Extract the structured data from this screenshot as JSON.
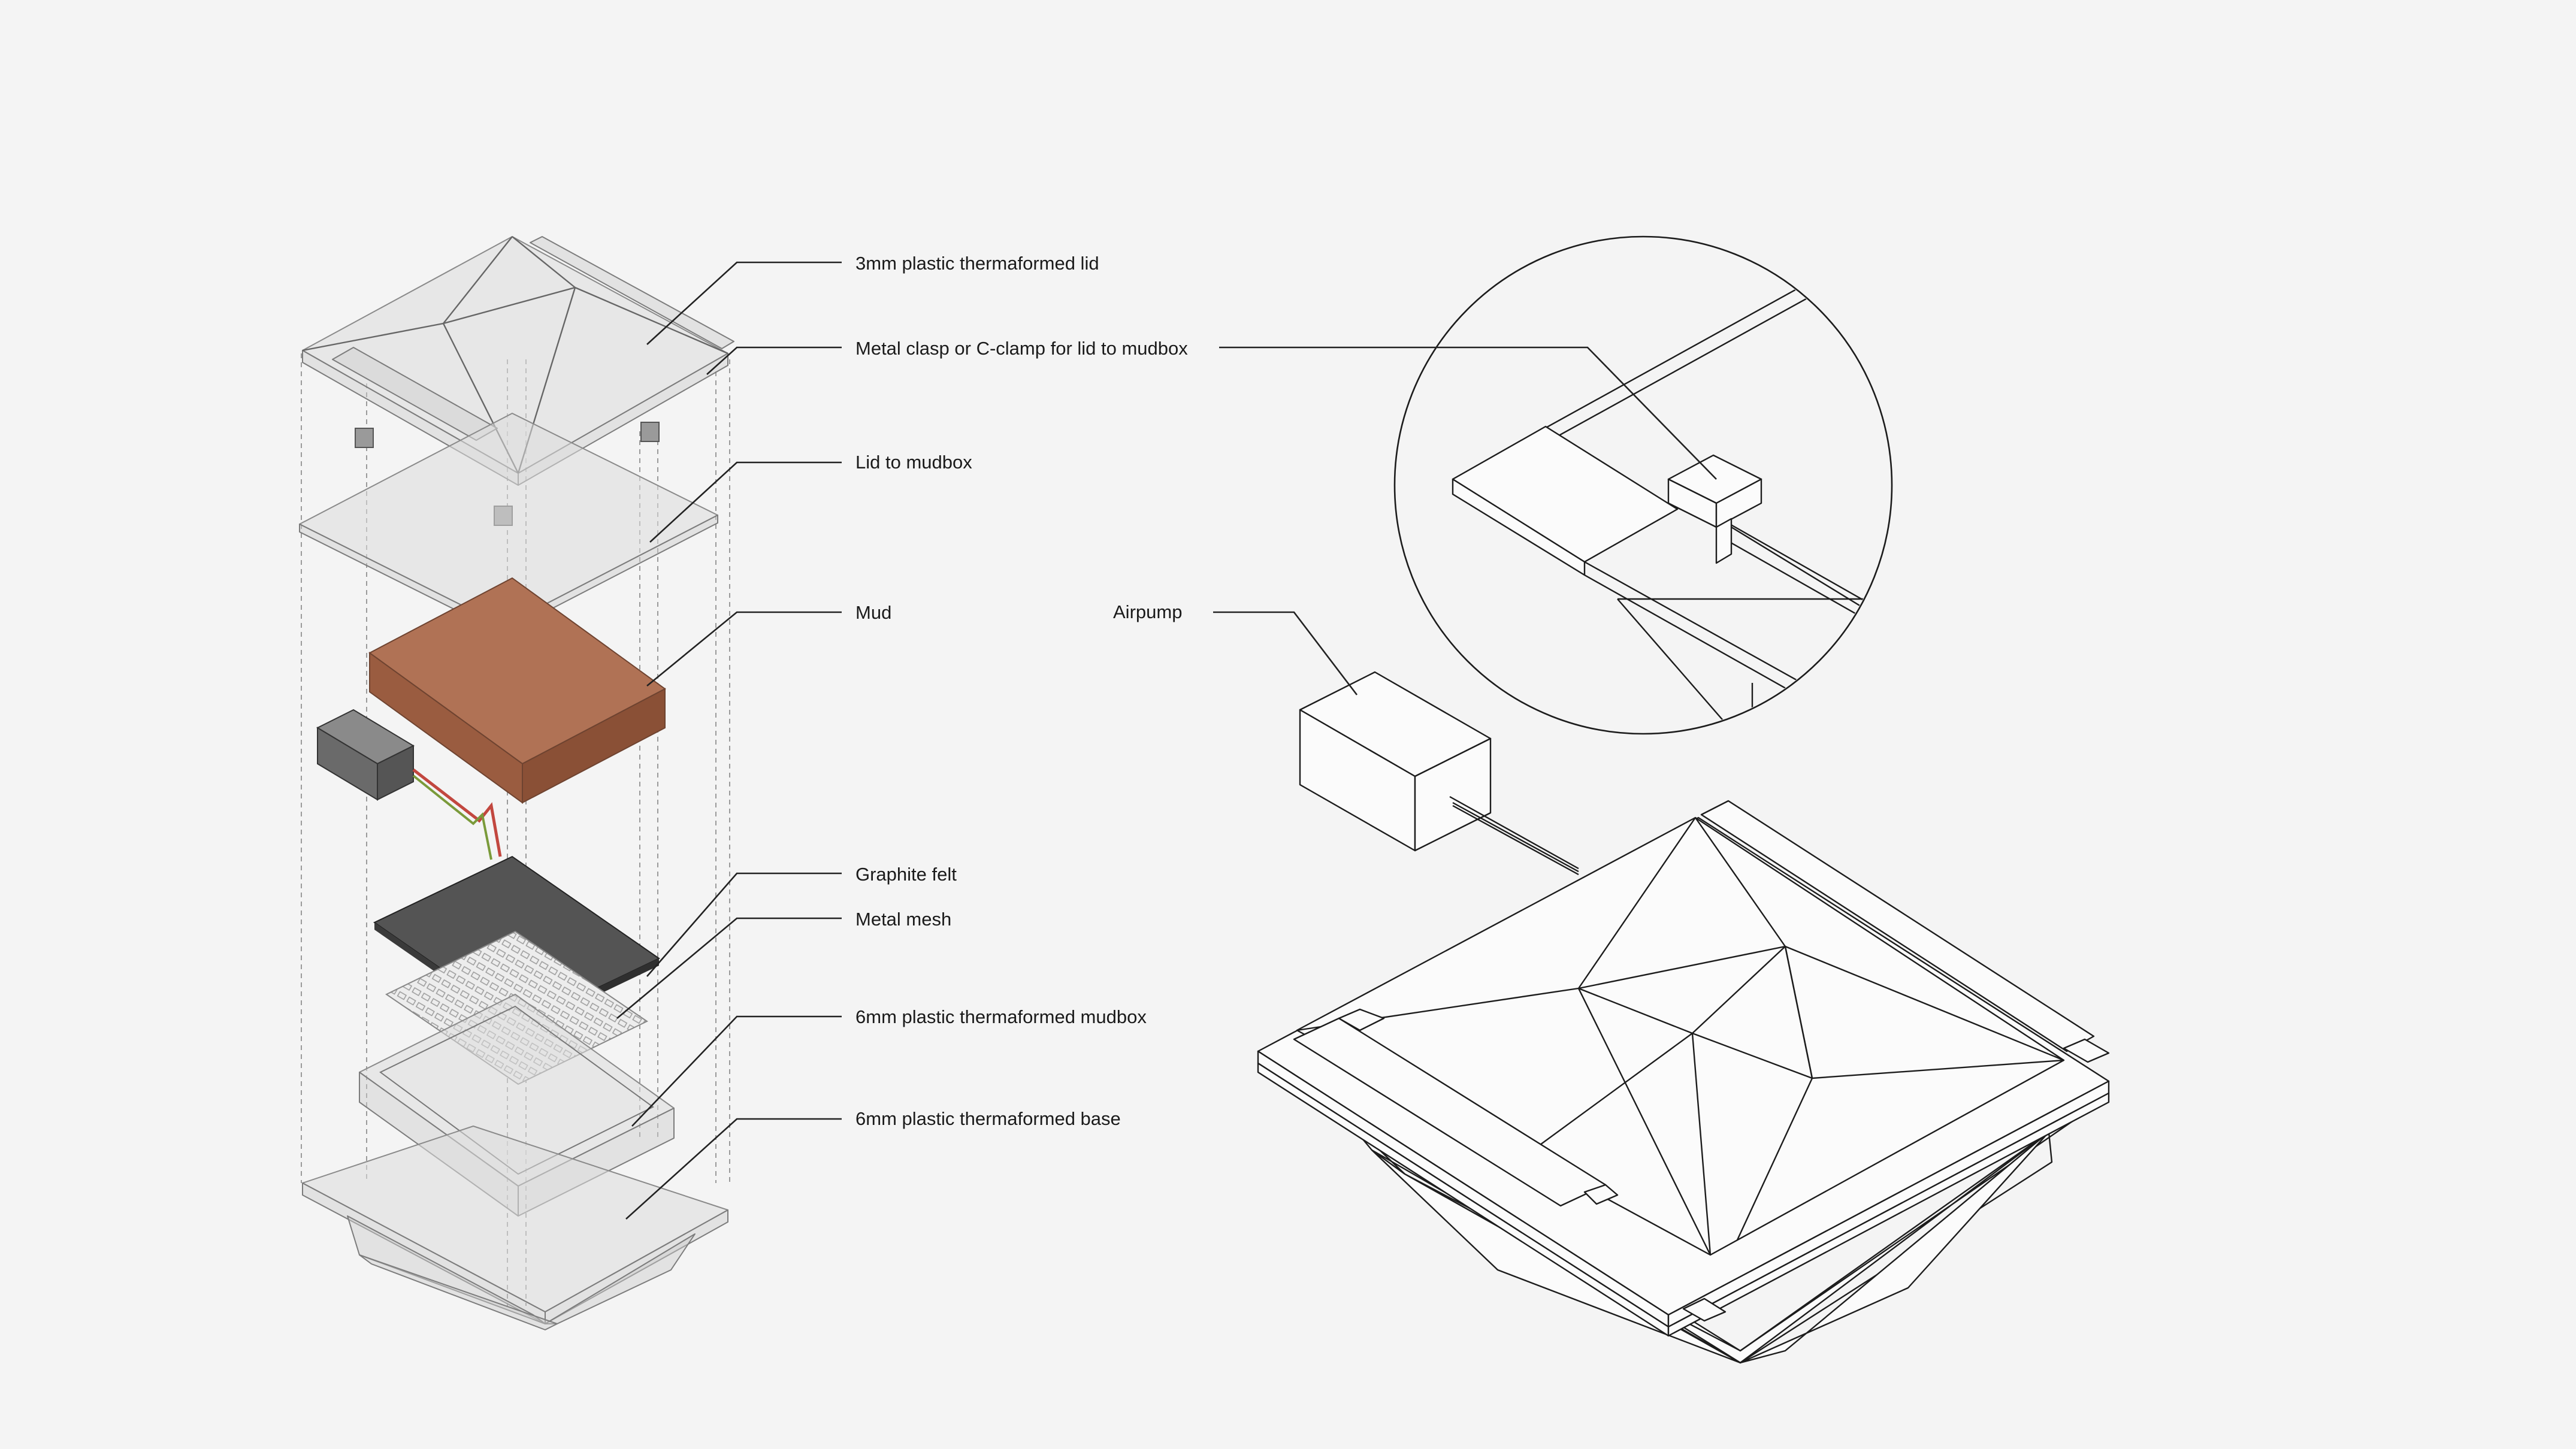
{
  "labels": {
    "lid": "3mm plastic thermaformed lid",
    "clasp": "Metal clasp or C-clamp for lid to mudbox",
    "lid_to_mudbox": "Lid to mudbox",
    "mud": "Mud",
    "graphite": "Graphite felt",
    "mesh": "Metal mesh",
    "mudbox": "6mm plastic thermaformed mudbox",
    "base": "6mm plastic thermaformed base",
    "airpump": "Airpump"
  },
  "colors": {
    "background": "#f4f4f4",
    "mud": "#a8694a",
    "graphite": "#555555",
    "linework": "#1c1c1c"
  }
}
